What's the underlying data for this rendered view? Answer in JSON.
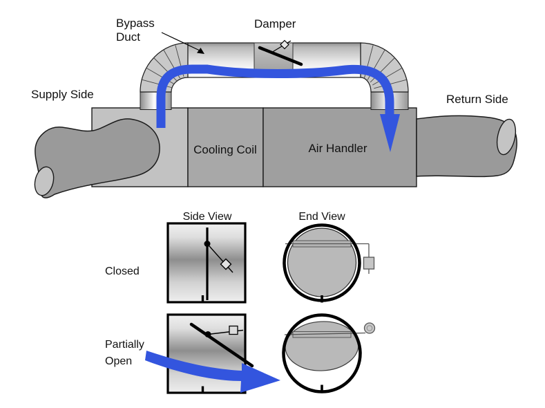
{
  "main_diagram": {
    "labels": {
      "bypass_duct": [
        "Bypass",
        "Duct"
      ],
      "damper": "Damper",
      "supply_side": "Supply Side",
      "return_side": "Return Side",
      "cooling_coil": "Cooling Coil",
      "air_handler": "Air Handler"
    }
  },
  "detail_views": {
    "column_headers": [
      "Side View",
      "End View"
    ],
    "rows": [
      {
        "label": "Closed"
      },
      {
        "label": [
          "Partially",
          "Open"
        ]
      }
    ]
  },
  "colors": {
    "flow_arrow_blue": "#3355de",
    "flex_duct_gray": "#9a9a9a",
    "flex_duct_cap_gray": "#c4c4c4",
    "plenum_gray": "#c2c2c2",
    "cooling_coil_gray": "#a8a8a8",
    "air_handler_gray": "#9f9f9f",
    "elbow_gray": "#c9c9c9",
    "damper_disc_gray": "#b9b9b9",
    "outline_black": "#1a1a1a"
  }
}
